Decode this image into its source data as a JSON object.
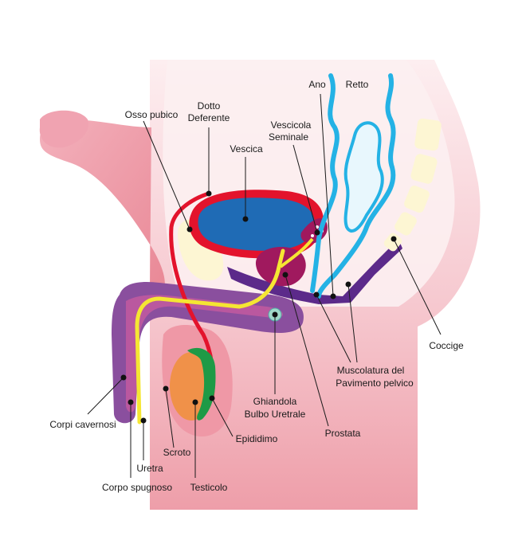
{
  "labels": {
    "retto": "Retto",
    "ano": "Ano",
    "dotto_line1": "Dotto",
    "dotto_line2": "Deferente",
    "osso_pubico": "Osso pubico",
    "vescicola_line1": "Vescicola",
    "vescicola_line2": "Seminale",
    "vescica": "Vescica",
    "coccige": "Coccige",
    "muscolatura_line1": "Muscolatura del",
    "muscolatura_line2": "Pavimento pelvico",
    "ghiandola_line1": "Ghiandola",
    "ghiandola_line2": "Bulbo Uretrale",
    "prostata": "Prostata",
    "corpi_cavernosi": "Corpi cavernosi",
    "epididimo": "Epididimo",
    "scroto": "Scroto",
    "uretra": "Uretra",
    "corpo_spugnoso": "Corpo spugnoso",
    "testicolo": "Testicolo"
  },
  "colors": {
    "skin_light": "#fbe3e6",
    "skin_mid": "#f2b6bf",
    "skin_dark": "#e98f9d",
    "bladder": "#1f6bb5",
    "bladder_wall": "#e3132c",
    "urethra": "#f5e633",
    "bone": "#fdf6d3",
    "corpus": "#8a4f9e",
    "prostate": "#a0195e",
    "testis": "#f09149",
    "epididymis": "#1e9a46",
    "rectum": "#24b2e5",
    "muscle": "#5c2a8a"
  }
}
